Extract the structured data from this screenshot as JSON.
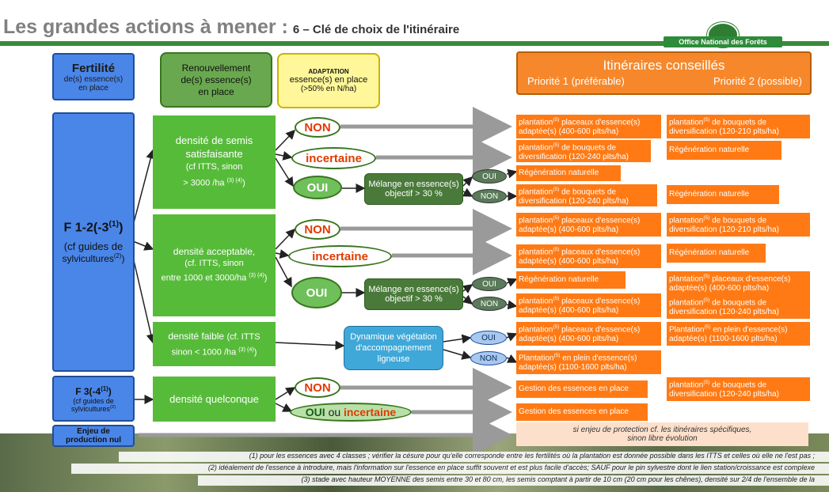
{
  "header": {
    "title": "Les grandes actions à mener :",
    "subtitle": "6 – Clé de choix de l'itinéraire",
    "logo_text": "Office National des Forêts"
  },
  "columns": {
    "fertilite": {
      "title": "Fertilité",
      "line2": "de(s) essence(s)",
      "line3": "en place"
    },
    "renouvellement": {
      "line1": "Renouvellement",
      "line2": "de(s) essence(s)",
      "line3": "en place"
    },
    "adaptation": {
      "line1": "ADAPTATION",
      "line2": "essence(s) en place",
      "line3": "(>50% en N/ha)"
    },
    "itineraires": {
      "title": "Itinéraires conseillés",
      "p1": "Priorité 1 (préférable)",
      "p2": "Priorité 2 (possible)"
    }
  },
  "fertility_groups": {
    "f1": {
      "main": "F 1-2(-3",
      "sup": "(1)",
      "close": ")",
      "guide1": "(cf guides de",
      "guide2": "sylvicultures",
      "guide_sup": "(2)",
      "guide_close": ")"
    },
    "f3": {
      "main": "F 3(-4",
      "sup": "(1)",
      "close": ")",
      "guide1": "(cf guides de",
      "guide2": "sylvicultures",
      "guide_sup": "(2)"
    },
    "enjeu": {
      "line1": "Enjeu de",
      "line2": "production nul"
    }
  },
  "densities": {
    "d1": {
      "l1": "densité de semis",
      "l2": "satisfaisante",
      "l3": "(cf ITTS,  sinon",
      "l4": "> 3000 /ha",
      "l4sup": "(3) (4)",
      "l4end": ")"
    },
    "d2": {
      "l1": "densité acceptable,",
      "l2": "(cf. ITTS, sinon",
      "l3": "entre 1000 et 3000/ha",
      "l3sup": "(3) (4)",
      "l3end": ")"
    },
    "d3": {
      "l1": "densité faible",
      "l1b": "(cf. ITTS",
      "l2": "sinon < 1000 /ha",
      "l2sup": "(3) (4)",
      "l2end": ")"
    },
    "d4": {
      "l1": "densité quelconque"
    }
  },
  "ovals": {
    "non": "NON",
    "incertaine": "incertaine",
    "oui": "OUI",
    "ou": "ou"
  },
  "melange": {
    "l1": "Mélange en essence(s)",
    "l2": "objectif > 30 %"
  },
  "mini": {
    "oui": "OUI",
    "non": "NON"
  },
  "dynamique": {
    "l1": "Dynamique végétation",
    "l2": "d'accompagnement",
    "l3": "ligneuse"
  },
  "outcomes": {
    "plant_ess_a": "plantation",
    "plant_ess_b": " placeaux d'essence(s)",
    "plant_ess_c": "adaptée(s) (400-600 plts/ha)",
    "plant_ess_sup": "(5)",
    "plant_bq_a": "plantation",
    "plant_bq_b": " de bouquets de",
    "plant_bq_c": "diversification (120-210 plts/ha)",
    "plant_bq_c2": "diversification (120-240 plts/ha)",
    "regen": "Régénération naturelle",
    "plein_a": "Plantation",
    "plein_b": " en plein d'essence(s)",
    "plein_c": "adaptée(s) (1100-1600 plts/ha)",
    "plein_a2": "plantation",
    "plein_b2": " en plein d'essence(s)",
    "gestion": "Gestion des essences en place",
    "enjeu_l1": "si enjeu de protection cf. les itinéraires spécifiques,",
    "enjeu_l2": "sinon libre évolution"
  },
  "footnotes": {
    "n1": "(1) pour les essences avec 4 classes ; vérifier la césure pour qu'elle corresponde entre les fertilités où la plantation est donnée possible dans les ITTS et celles où elle ne l'est pas ;",
    "n2": "(2) idéalement de l'essence à introduire, mais l'information sur l'essence en place suffit souvent et est plus facile d'accès;  SAUF pour le pin sylvestre dont le lien station/croissance est complexe",
    "n3": "(3) stade avec hauteur MOYENNE des semis entre 30 et 80 cm, les semis comptant à partir de 10 cm (20 cm pour les chênes), densité sur 2/4 de l'ensemble de la"
  },
  "colors": {
    "blue": "#4a86e8",
    "green": "#57bb3a",
    "orange": "#ff7a14",
    "red_text": "#e03b00",
    "header_green": "#3a8a3a"
  }
}
